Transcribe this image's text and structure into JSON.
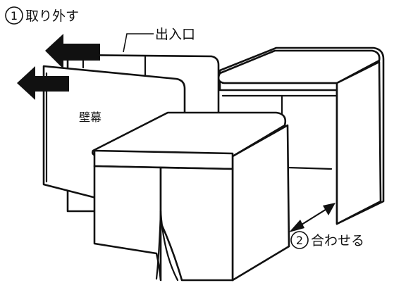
{
  "labels": {
    "step1_number": "1",
    "step1_text": "取り外す",
    "entrance": "出入口",
    "wall_curtain": "壁幕",
    "step2_number": "2",
    "step2_text": "合わせる"
  },
  "colors": {
    "line": "#111111",
    "arrow_fill": "#111111",
    "background": "#ffffff"
  },
  "icons": {
    "remove_arrow": "left-arrow-icon",
    "join_arrow": "double-headed-arrow-icon"
  }
}
